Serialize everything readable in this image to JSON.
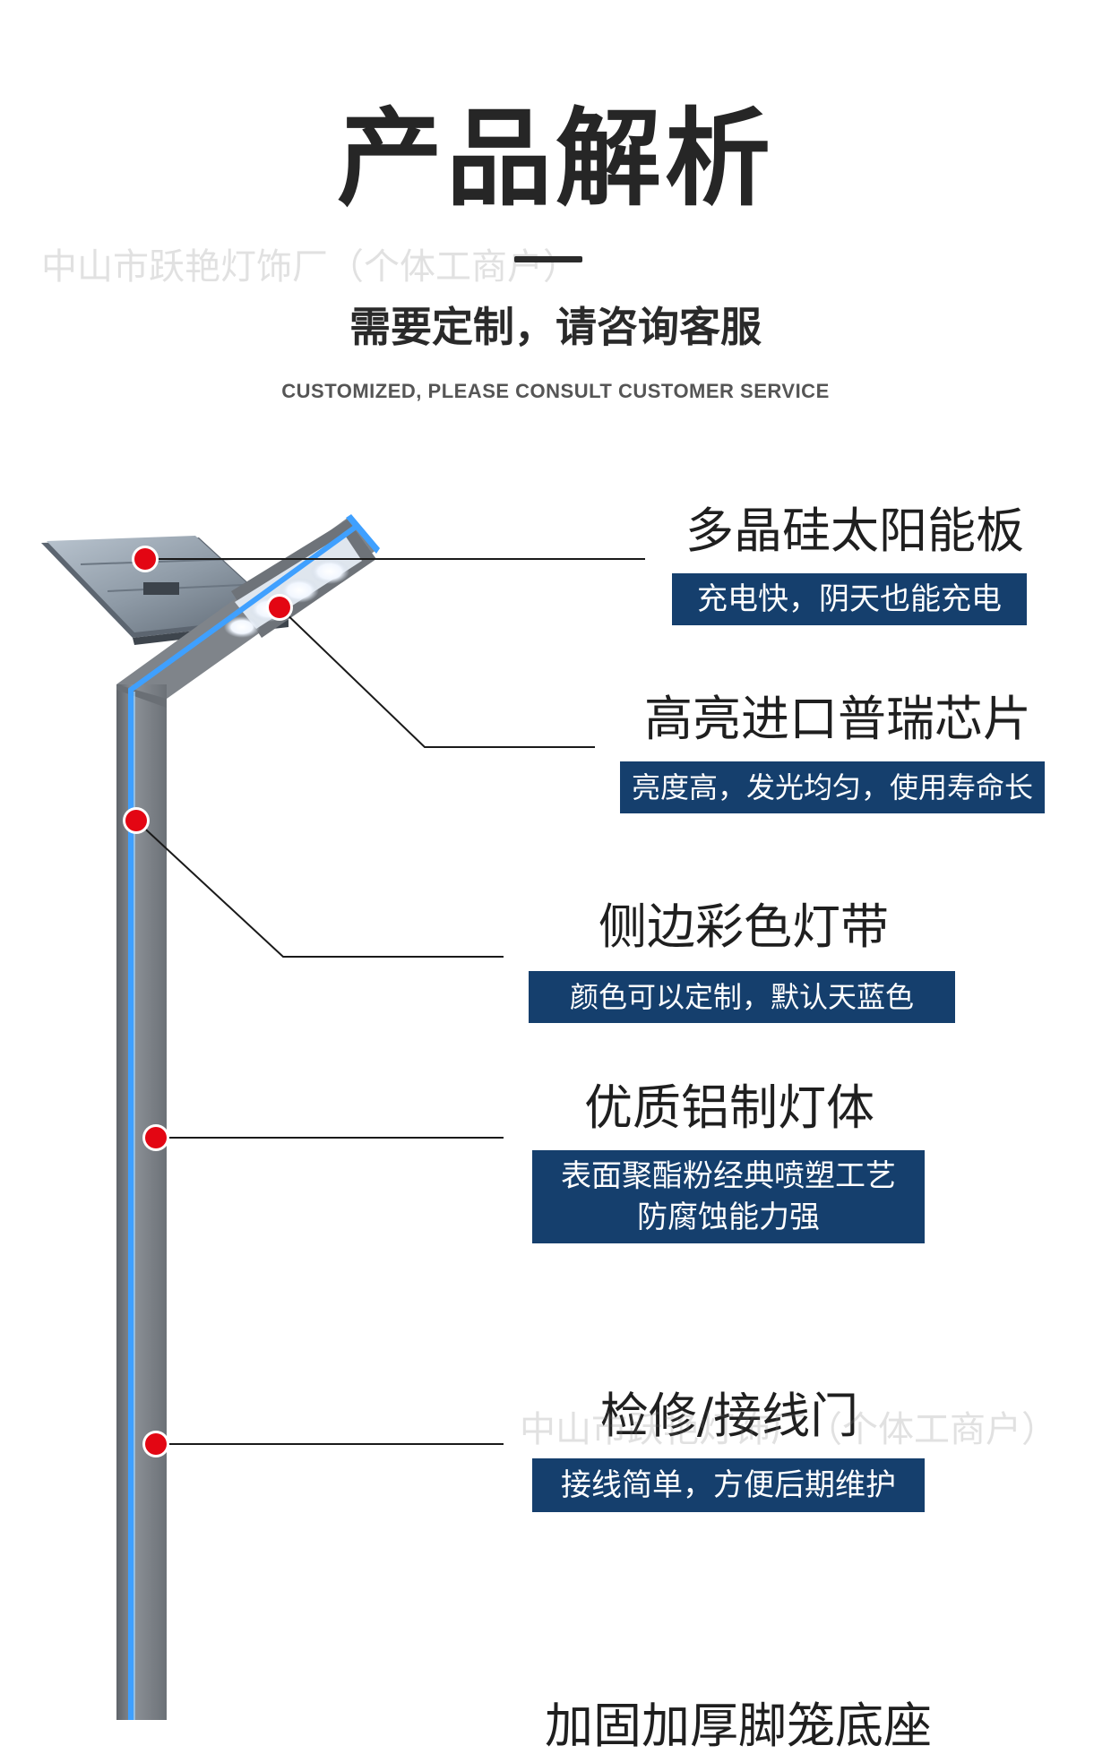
{
  "header": {
    "title": "产品解析",
    "subtitle": "需要定制，请咨询客服",
    "subtitle_en": "CUSTOMIZED, PLEASE CONSULT CUSTOMER SERVICE"
  },
  "watermarks": [
    "中山市跃艳灯饰厂（个体工商户）",
    "中山市跃艳灯饰厂（个体工商户）"
  ],
  "features": [
    {
      "title": "多晶硅太阳能板",
      "desc": "充电快，阴天也能充电"
    },
    {
      "title": "高亮进口普瑞芯片",
      "desc": "亮度高，发光均匀，使用寿命长"
    },
    {
      "title": "侧边彩色灯带",
      "desc": "颜色可以定制，默认天蓝色"
    },
    {
      "title": "优质铝制灯体",
      "desc_line1": "表面聚酯粉经典喷塑工艺",
      "desc_line2": "防腐蚀能力强"
    },
    {
      "title": "检修/接线门",
      "desc": "接线简单，方便后期维护"
    },
    {
      "title": "加固加厚脚笼底座"
    }
  ],
  "colors": {
    "label_bg": "#153f6d",
    "marker": "#e30613",
    "led_strip": "#3fa0ff",
    "pole": "#7a7f85"
  },
  "icons": {
    "marker": "red-dot-marker-icon"
  }
}
